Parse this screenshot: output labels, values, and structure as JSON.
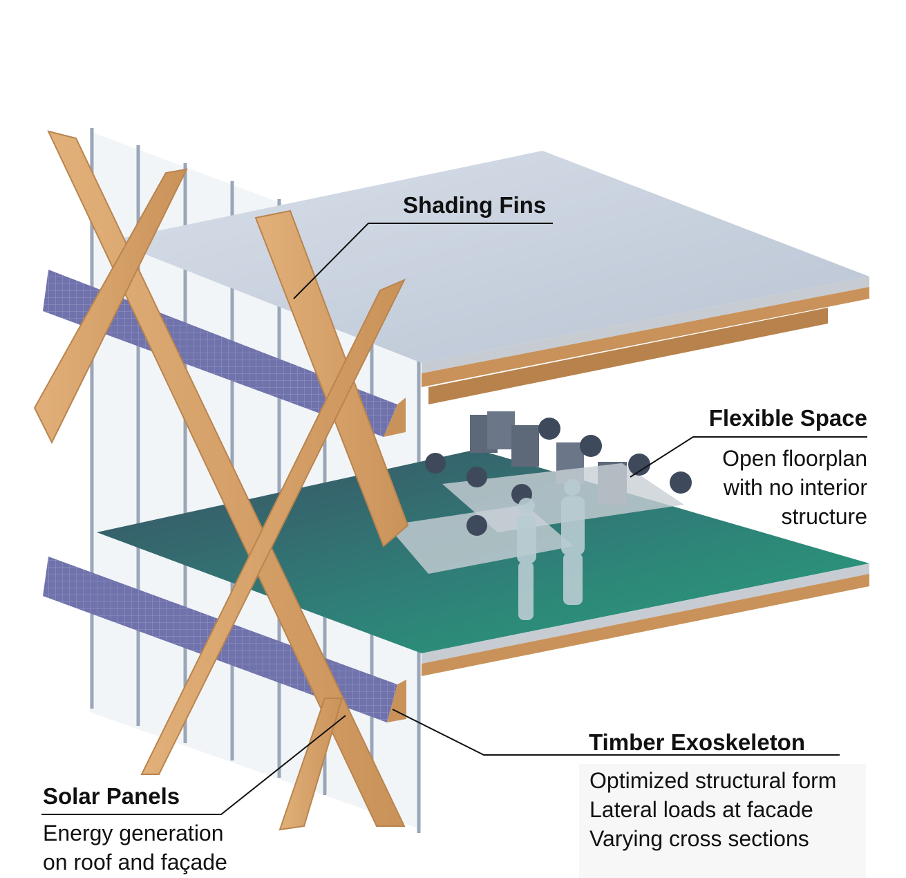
{
  "labels": {
    "shading_fins": {
      "title": "Shading Fins"
    },
    "flexible_space": {
      "title": "Flexible Space",
      "lines": [
        "Open floorplan",
        "with no interior",
        "structure"
      ]
    },
    "timber_exoskeleton": {
      "title": "Timber Exoskeleton",
      "lines": [
        "Optimized structural form",
        "Lateral loads at facade",
        "Varying cross sections"
      ]
    },
    "solar_panels": {
      "title": "Solar Panels",
      "lines": [
        "Energy generation",
        "on roof and façade"
      ]
    }
  },
  "colors": {
    "timber": "#d9a46b",
    "timber_dark": "#b9844d",
    "slab_top": "#c9d3e0",
    "solar": "#6d6fa6",
    "floor_green": "#2f9a7a",
    "glass": "#e9eef2",
    "fin": "#9aa6b8"
  }
}
